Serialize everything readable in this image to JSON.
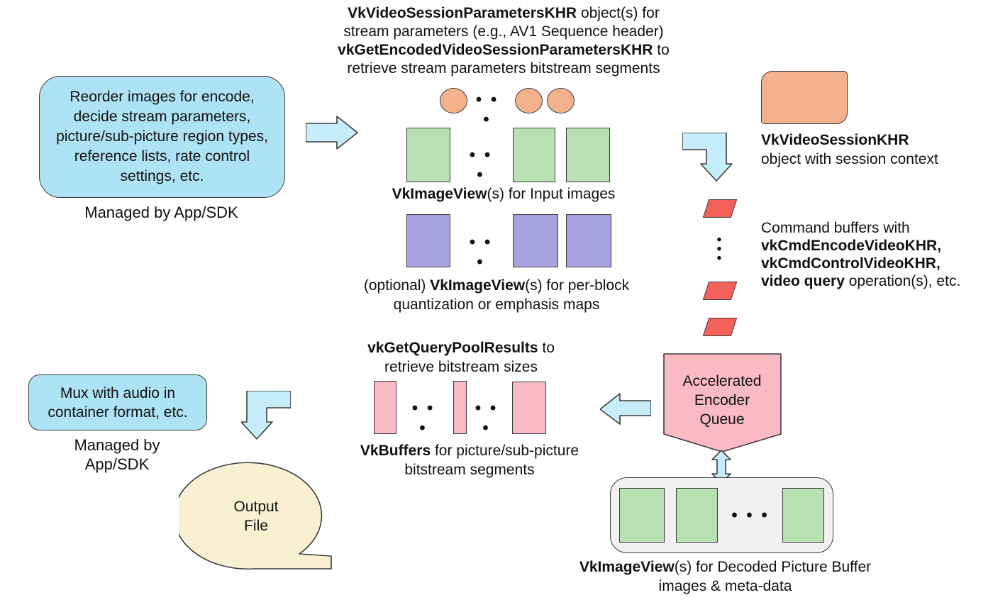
{
  "colors": {
    "box-blue": "#ade3f5",
    "arrow-blue": "#c7ecfa",
    "green": "#b9e0b2",
    "purple": "#a9a2e1",
    "orange": "#f3b28c",
    "red": "#f4605a",
    "pink": "#f9bac4",
    "cream": "#f9efd2",
    "gray-fill": "#f1f1ef",
    "line": "#3d3d3d",
    "text": "#111111"
  },
  "top_note": {
    "l1_bold": "VkVideoSessionParametersKHR",
    "l1_rest": " object(s) for",
    "l2": "stream parameters (e.g., AV1 Sequence header)",
    "l3_bold": "vkGetEncodedVideoSessionParametersKHR",
    "l3_rest": " to",
    "l4": "retrieve stream parameters bitstream segments"
  },
  "reorder_box": {
    "text": "Reorder images for encode, decide stream parameters, picture/sub-picture region types, reference lists, rate control settings, etc.",
    "caption": "Managed by App/SDK"
  },
  "input_images": {
    "label_bold": "VkImageView",
    "label_rest": "(s) for Input images"
  },
  "quant_maps": {
    "l1_pre": "(optional) ",
    "l1_bold": "VkImageView",
    "l1_rest": "(s) for per-block",
    "l2": "quantization or emphasis maps"
  },
  "video_session": {
    "label_bold": "VkVideoSessionKHR",
    "label_rest": "object with session context"
  },
  "command_buffers": {
    "l1": "Command buffers with",
    "l2": "vkCmdEncodeVideoKHR,",
    "l3": "vkCmdControlVideoKHR,",
    "l4_bold": "video query",
    "l4_rest": " operation(s), etc."
  },
  "encoder_queue": {
    "l1": "Accelerated",
    "l2": "Encoder",
    "l3": "Queue"
  },
  "dpb": {
    "l1_bold": "VkImageView",
    "l1_rest": "(s) for Decoded Picture Buffer",
    "l2": "images & meta-data"
  },
  "query_pool": {
    "l1_bold": "vkGetQueryPoolResults",
    "l1_rest": " to",
    "l2": "retrieve bitstream sizes"
  },
  "bitstream_buffers": {
    "l1_bold": "VkBuffers",
    "l1_rest": " for picture/sub-picture",
    "l2": "bitstream segments"
  },
  "mux_box": {
    "l1": "Mux with audio in",
    "l2": "container format, etc.",
    "caption_l1": "Managed by",
    "caption_l2": "App/SDK"
  },
  "output_file": {
    "l1": "Output",
    "l2": "File"
  },
  "glyphs": {
    "hdots": "• • •",
    "vdots": "•\n•\n•"
  }
}
